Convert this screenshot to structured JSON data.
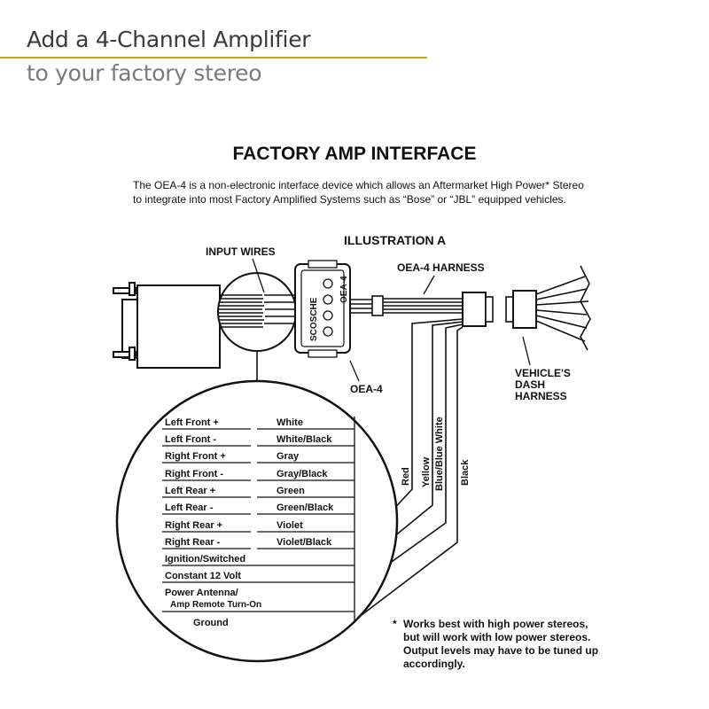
{
  "header": {
    "title": "Add a 4-Channel Amplifier",
    "subtitle": "to your factory stereo",
    "accent_color": "#c9a227"
  },
  "diagram": {
    "title": "FACTORY AMP INTERFACE",
    "description": "The OEA-4 is a non-electronic interface device which allows an Aftermarket High Power* Stereo to integrate into most Factory Amplified Systems such as “Bose” or “JBL” equipped vehicles.",
    "illustration_label": "ILLUSTRATION A",
    "labels": {
      "input_wires": "INPUT WIRES",
      "harness": "OEA-4 HARNESS",
      "device": "OEA-4",
      "vehicle_harness": [
        "VEHICLE'S",
        "DASH",
        "HARNESS"
      ],
      "device_brand": "SCOSCHE",
      "device_model": "OEA-4"
    },
    "wire_table": [
      {
        "function": "Left Front +",
        "color": "White"
      },
      {
        "function": "Left Front -",
        "color": "White/Black"
      },
      {
        "function": "Right Front +",
        "color": "Gray"
      },
      {
        "function": "Right Front -",
        "color": "Gray/Black"
      },
      {
        "function": "Left Rear +",
        "color": "Green"
      },
      {
        "function": "Left Rear -",
        "color": "Green/Black"
      },
      {
        "function": "Right Rear +",
        "color": "Violet"
      },
      {
        "function": "Right Rear -",
        "color": "Violet/Black"
      },
      {
        "function": "Ignition/Switched",
        "color": ""
      },
      {
        "function": "Constant 12 Volt",
        "color": ""
      },
      {
        "function": "Power Antenna/",
        "color": ""
      },
      {
        "function": "Amp Remote Turn-On",
        "color": ""
      },
      {
        "function": "Ground",
        "color": ""
      }
    ],
    "harness_wires": [
      "Red",
      "Yellow",
      "Blue/Blue White",
      "Black"
    ],
    "note": "Works best with high power stereos, but will work with low power stereos. Output levels may have to be tuned up accordingly.",
    "note_marker": "*"
  }
}
